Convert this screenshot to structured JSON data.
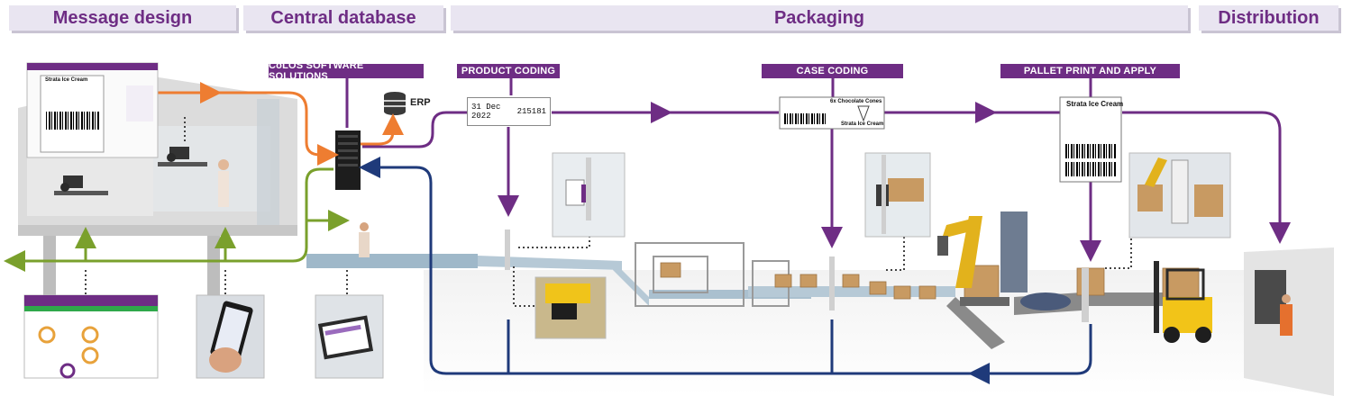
{
  "stages": {
    "message_design": "Message design",
    "central_database": "Central database",
    "packaging": "Packaging",
    "distribution": "Distribution"
  },
  "labels": {
    "colos": "CoLOS SOFTWARE SOLUTIONS",
    "erp": "ERP",
    "product_coding": "PRODUCT CODING",
    "case_coding": "CASE CODING",
    "pallet": "PALLET PRINT AND APPLY"
  },
  "product_code": {
    "date": "31 Dec 2022",
    "number": "215181"
  },
  "case_label": {
    "line1": "6x Chocolate Cones",
    "line2": "Strata Ice Cream"
  },
  "pallet_label": {
    "title": "Strata Ice Cream"
  },
  "editor_label": {
    "title": "Strata Ice Cream"
  },
  "colors": {
    "purple": "#6e2d84",
    "orange": "#ee7d31",
    "green": "#7aa02c",
    "navy": "#1f3a7a",
    "tab_bg": "#e9e5f1"
  }
}
